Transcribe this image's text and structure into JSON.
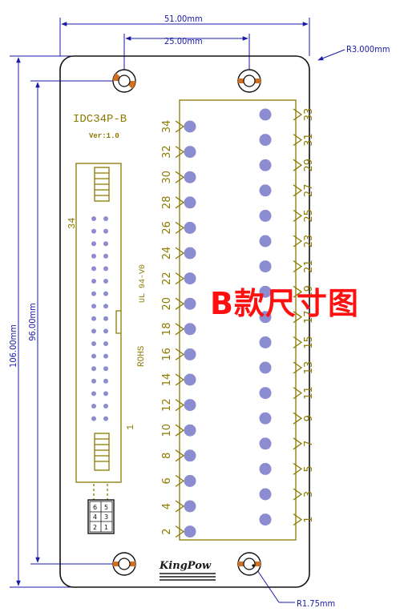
{
  "dimensions": {
    "width_outer": "51.00mm",
    "width_inner": "25.00mm",
    "height_outer": "106.00mm",
    "height_inner": "96.00mm",
    "corner_radius": "R3.000mm",
    "hole_radius": "R1.75mm"
  },
  "board": {
    "model": "IDC34P-B",
    "version": "Ver:1.0",
    "rating": "UL 94-V0",
    "compliance": "ROHS",
    "brand": "KingPow",
    "header_pin_top": "34",
    "header_pin_bottom": "1",
    "key_labels": [
      "6",
      "5",
      "4",
      "3",
      "2",
      "1"
    ]
  },
  "pins": {
    "left": [
      "34",
      "32",
      "30",
      "28",
      "26",
      "24",
      "22",
      "20",
      "18",
      "16",
      "14",
      "12",
      "10",
      "8",
      "6",
      "4",
      "2"
    ],
    "right": [
      "33",
      "31",
      "29",
      "27",
      "25",
      "23",
      "21",
      "19",
      "17",
      "15",
      "13",
      "11",
      "9",
      "7",
      "5",
      "3",
      "1"
    ]
  },
  "overlay": {
    "title": "B款尺寸图"
  },
  "colors": {
    "dimension": "#1a1aa8",
    "silkscreen": "#8a7a00",
    "pad": "#8c8cd0",
    "hole_ring": "#d07020",
    "overlay_text": "#ff1010"
  }
}
